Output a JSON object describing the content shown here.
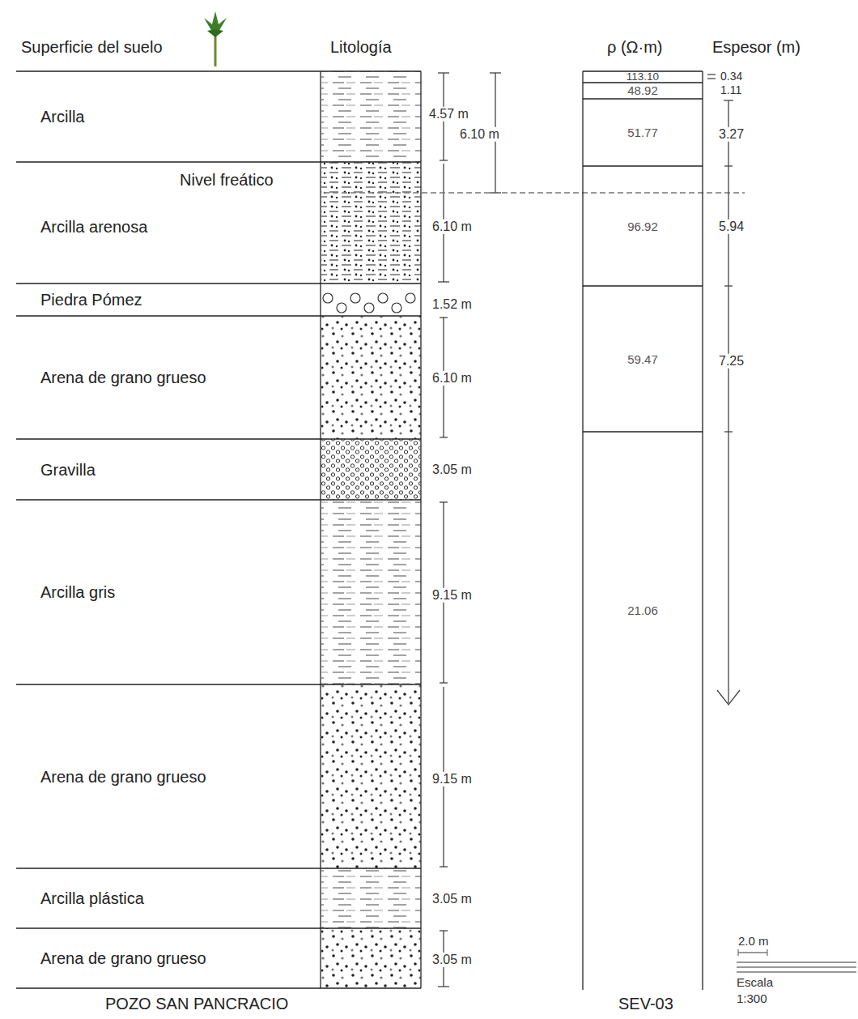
{
  "diagram": {
    "nodes": [
      {
        "text": [
          "Arcilla"
        ]
      },
      {
        "text": [
          "Arcilla arenosa"
        ]
      },
      {
        "text": [
          "Piedra Pómez"
        ]
      },
      {
        "text": [
          "Arena de grano grueso"
        ]
      },
      {
        "text": [
          "Gravilla"
        ]
      },
      {
        "text": [
          "Arcilla gris"
        ]
      },
      {
        "text": [
          "Arena de grano grueso"
        ]
      },
      {
        "text": [
          "Arcilla plástica"
        ]
      },
      {
        "text": [
          "Arena de grano grueso"
        ]
      },
      {
        "text": [
          "113.10"
        ]
      },
      {
        "text": [
          "48.92"
        ]
      },
      {
        "text": [
          "51.77"
        ]
      },
      {
        "text": [
          "96.92"
        ]
      },
      {
        "text": [
          "59.47"
        ]
      },
      {
        "text": [
          "21.06"
        ]
      }
    ],
    "labels": [
      "Superficie del suelo",
      "Litología",
      "ρ (Ω·m)",
      "Espesor (m)",
      "4.57 m",
      "6.10 m",
      "Nivel freático",
      "6.10 m",
      "1.52 m",
      "6.10 m",
      "3.05 m",
      "9.15 m",
      "9.15 m",
      "3.05 m",
      "3.05 m",
      "0.34",
      "1.11",
      "3.27",
      "5.94",
      "7.25",
      "POZO SAN PANCRACIO",
      "SEV-03",
      "2.0 m",
      "Escala",
      "1:300"
    ]
  }
}
